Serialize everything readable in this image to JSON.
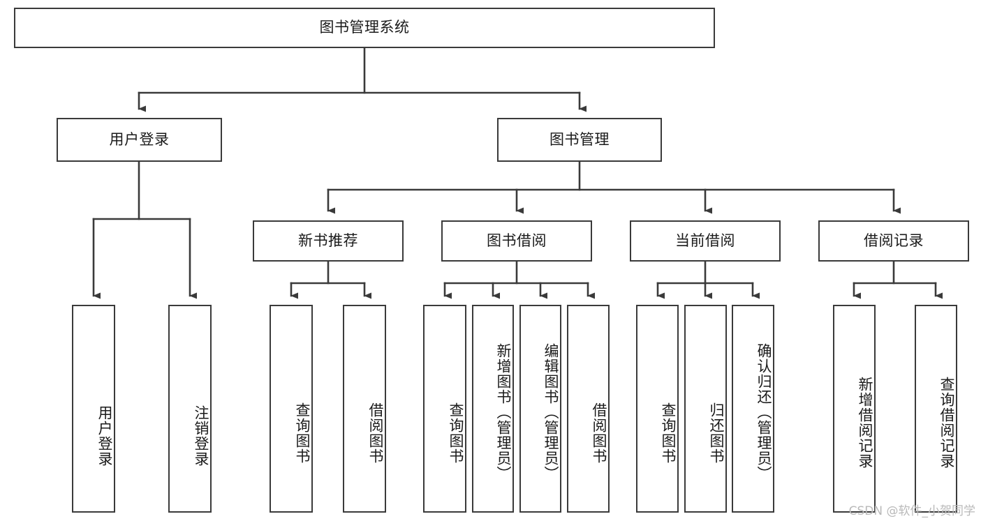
{
  "diagram": {
    "type": "tree-hierarchy",
    "title": "图书管理系统",
    "orientation": "top-down",
    "leaf_text_orientation": "vertical",
    "colors": {
      "box_border": "#3a3a3a",
      "box_fill": "#ffffff",
      "connector": "#3a3a3a",
      "text": "#1a1a1a",
      "watermark": "#b9b9b9",
      "canvas": "#ffffff"
    }
  },
  "root": {
    "label": "图书管理系统"
  },
  "level2": [
    {
      "id": "user-login",
      "label": "用户登录"
    },
    {
      "id": "book-manage",
      "label": "图书管理"
    }
  ],
  "level3": [
    {
      "id": "new-book-recommend",
      "label": "新书推荐"
    },
    {
      "id": "book-borrow",
      "label": "图书借阅"
    },
    {
      "id": "current-borrow",
      "label": "当前借阅"
    },
    {
      "id": "borrow-record",
      "label": "借阅记录"
    }
  ],
  "leaves": {
    "user_login": [
      {
        "id": "leaf-user-login",
        "label": "用户登录"
      },
      {
        "id": "leaf-logout-login",
        "label": "注销登录"
      }
    ],
    "new_book_recommend": [
      {
        "id": "leaf-query-book-1",
        "label": "查询图书"
      },
      {
        "id": "leaf-borrow-book-1",
        "label": "借阅图书"
      }
    ],
    "book_borrow": [
      {
        "id": "leaf-query-book-2",
        "label": "查询图书"
      },
      {
        "id": "leaf-add-book",
        "label": "新增图书（管理员）"
      },
      {
        "id": "leaf-edit-book",
        "label": "编辑图书（管理员）"
      },
      {
        "id": "leaf-borrow-book-2",
        "label": "借阅图书"
      }
    ],
    "current_borrow": [
      {
        "id": "leaf-query-book-3",
        "label": "查询图书"
      },
      {
        "id": "leaf-return-book",
        "label": "归还图书"
      },
      {
        "id": "leaf-confirm-return",
        "label": "确认归还（管理员）"
      }
    ],
    "borrow_record": [
      {
        "id": "leaf-add-record",
        "label": "新增借阅记录"
      },
      {
        "id": "leaf-query-record",
        "label": "查询借阅记录"
      }
    ]
  },
  "watermark": {
    "text": "CSDN @软件_小贺同学"
  }
}
